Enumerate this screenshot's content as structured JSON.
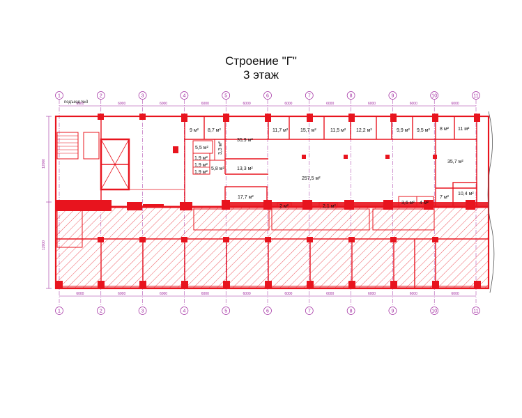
{
  "title": {
    "line1": "Строение \"Г\"",
    "line2": "3 этаж"
  },
  "entrance_label": "подъезд №3",
  "axes": [
    "1",
    "2",
    "3",
    "4",
    "5",
    "6",
    "7",
    "8",
    "9",
    "10",
    "11"
  ],
  "spans": [
    "6000",
    "6000",
    "6000",
    "6000",
    "6000",
    "6000",
    "6000",
    "6000",
    "6000",
    "6000"
  ],
  "left_dims": [
    "12000",
    "12000"
  ],
  "rooms": [
    {
      "label": "9 м²"
    },
    {
      "label": "8,7 м²"
    },
    {
      "label": "35,9 м²"
    },
    {
      "label": "11,7 м²"
    },
    {
      "label": "15,7 м²"
    },
    {
      "label": "11,5 м²"
    },
    {
      "label": "12,2 м²"
    },
    {
      "label": "9,9 м²"
    },
    {
      "label": "9,5 м²"
    },
    {
      "label": "8 м²"
    },
    {
      "label": "11 м²"
    },
    {
      "label": "5,5 м²"
    },
    {
      "label": "3,3 м²"
    },
    {
      "label": "1,9 м²"
    },
    {
      "label": "1,9 м²"
    },
    {
      "label": "1,9 м²"
    },
    {
      "label": "5,8 м²"
    },
    {
      "label": "13,3 м²"
    },
    {
      "label": "257,5 м²"
    },
    {
      "label": "35,7 м²"
    },
    {
      "label": "17,7 м²"
    },
    {
      "label": "2 м²"
    },
    {
      "label": "2,1 м²"
    },
    {
      "label": "3,6 м²"
    },
    {
      "label": "4 м²"
    },
    {
      "label": "7 м²"
    },
    {
      "label": "10,4 м²"
    }
  ],
  "colors": {
    "wall": "#e8141e",
    "grid": "#a02aa0",
    "hatch": "#e8141e"
  }
}
